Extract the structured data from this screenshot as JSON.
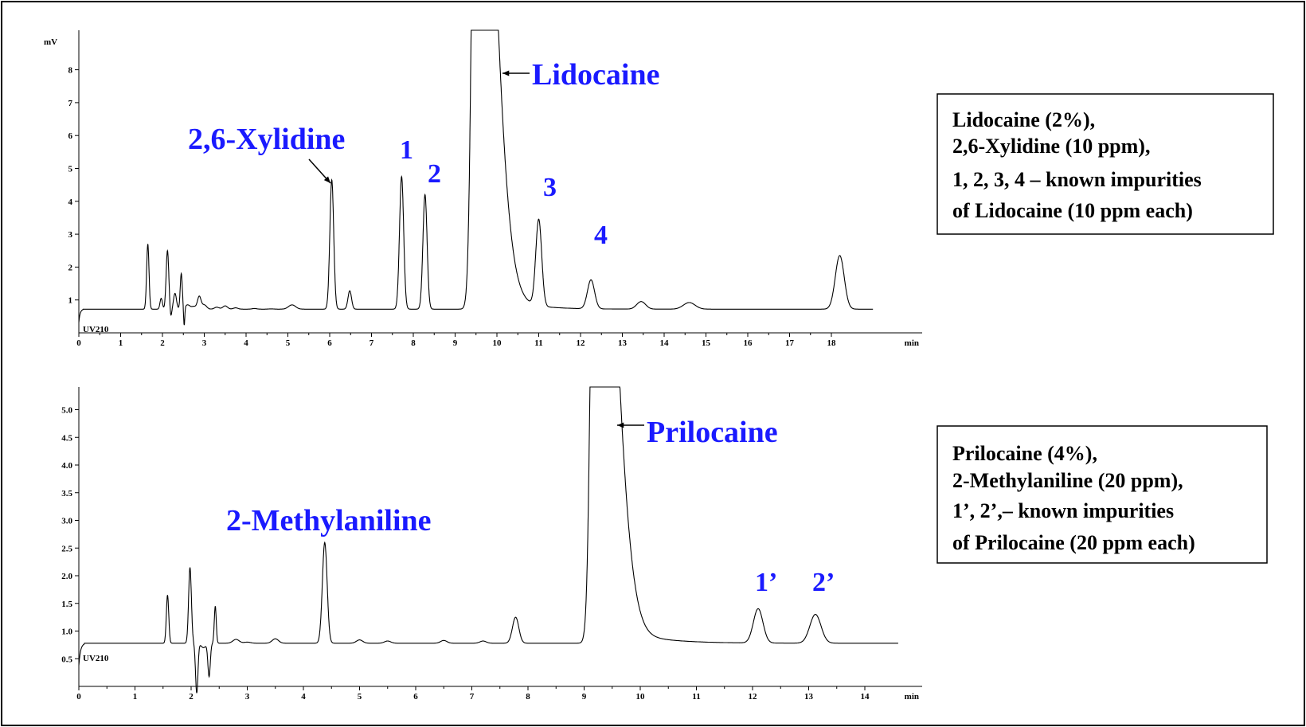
{
  "chart_data": [
    {
      "type": "line",
      "title": "",
      "xlabel": "min",
      "ylabel": "mV",
      "channel_label": "UV210",
      "xlim": [
        0,
        20
      ],
      "ylim": [
        0,
        9
      ],
      "x_ticks": [
        0,
        1,
        2,
        3,
        4,
        5,
        6,
        7,
        8,
        9,
        10,
        11,
        12,
        13,
        14,
        15,
        16,
        17,
        18
      ],
      "y_ticks": [
        1,
        2,
        3,
        4,
        5,
        6,
        7,
        8
      ],
      "baseline": 0.72,
      "noise": [
        [
          2.6,
          0.85
        ],
        [
          2.75,
          0.8
        ],
        [
          3.0,
          0.85
        ],
        [
          3.3,
          0.78
        ],
        [
          3.5,
          0.82
        ],
        [
          3.75,
          0.76
        ],
        [
          4.2,
          0.74
        ],
        [
          4.6,
          0.73
        ]
      ],
      "peaks": [
        {
          "label": "",
          "t": 1.65,
          "h": 2.7
        },
        {
          "label": "",
          "t": 1.97,
          "h": 1.05
        },
        {
          "label": "",
          "t": 2.12,
          "h": 2.5
        },
        {
          "label": "",
          "t": 2.3,
          "h": 1.2
        },
        {
          "label": "",
          "t": 2.45,
          "h": 1.8
        },
        {
          "label": "",
          "t": 2.88,
          "h": 1.1
        },
        {
          "label": "",
          "t": 5.1,
          "h": 0.85
        },
        {
          "label": "2,6-Xylidine",
          "t": 6.05,
          "h": 4.65
        },
        {
          "label": "",
          "t": 6.48,
          "h": 1.28
        },
        {
          "label": "1",
          "t": 7.72,
          "h": 4.75
        },
        {
          "label": "2",
          "t": 8.28,
          "h": 4.2
        },
        {
          "label": "Lidocaine",
          "t": 9.5,
          "h": 9.0,
          "off_scale": true
        },
        {
          "label": "3",
          "t": 11.0,
          "h": 3.35
        },
        {
          "label": "4",
          "t": 12.25,
          "h": 1.6
        },
        {
          "label": "",
          "t": 13.45,
          "h": 0.95
        },
        {
          "label": "",
          "t": 14.6,
          "h": 0.92
        },
        {
          "label": "",
          "t": 18.2,
          "h": 2.35
        }
      ],
      "annotation": "Lidocaine (2%),\n2,6-Xylidine (10 ppm),\n1, 2, 3, 4 – known impurities\nof Lidocaine (10 ppm each)",
      "annotation_lines": [
        "Lidocaine (2%),",
        "2,6-Xylidine (10 ppm),",
        "1, 2, 3, 4 – known impurities",
        "of Lidocaine (10 ppm each)"
      ]
    },
    {
      "type": "line",
      "title": "",
      "xlabel": "min",
      "ylabel": "",
      "channel_label": "UV210",
      "xlim": [
        0,
        15
      ],
      "ylim": [
        0,
        5.5
      ],
      "x_ticks": [
        0,
        1,
        2,
        3,
        4,
        5,
        6,
        7,
        8,
        9,
        10,
        11,
        12,
        13,
        14
      ],
      "y_ticks": [
        0.5,
        1.0,
        1.5,
        2.0,
        2.5,
        3.0,
        3.5,
        4.0,
        4.5,
        5.0
      ],
      "baseline": 0.78,
      "noise": [
        [
          2.8,
          0.85
        ],
        [
          3.0,
          0.8
        ],
        [
          3.5,
          0.86
        ],
        [
          5.0,
          0.84
        ],
        [
          5.5,
          0.82
        ],
        [
          6.5,
          0.83
        ],
        [
          7.2,
          0.82
        ]
      ],
      "peaks": [
        {
          "label": "",
          "t": 1.58,
          "h": 1.65
        },
        {
          "label": "",
          "t": 1.98,
          "h": 2.15
        },
        {
          "label": "",
          "t": 2.22,
          "h": 0.7
        },
        {
          "label": "",
          "t": 2.43,
          "h": 1.45
        },
        {
          "label": "2-Methylaniline",
          "t": 4.38,
          "h": 2.6
        },
        {
          "label": "",
          "t": 7.78,
          "h": 1.25
        },
        {
          "label": "Prilocaine",
          "t": 9.2,
          "h": 5.5,
          "off_scale": true
        },
        {
          "label": "1’",
          "t": 12.1,
          "h": 1.4
        },
        {
          "label": "2’",
          "t": 13.12,
          "h": 1.3
        }
      ],
      "annotation": "Prilocaine (4%),\n2-Methylaniline (20 ppm),\n1’, 2’,– known impurities\nof Prilocaine (20 ppm each)",
      "annotation_lines": [
        "Prilocaine (4%),",
        "2-Methylaniline (20 ppm),",
        "1’, 2’,– known impurities",
        "of Prilocaine (20 ppm each)"
      ]
    }
  ],
  "colors": {
    "peak_label": "#1a1aff",
    "trace": "#000000",
    "frame": "#000000"
  }
}
